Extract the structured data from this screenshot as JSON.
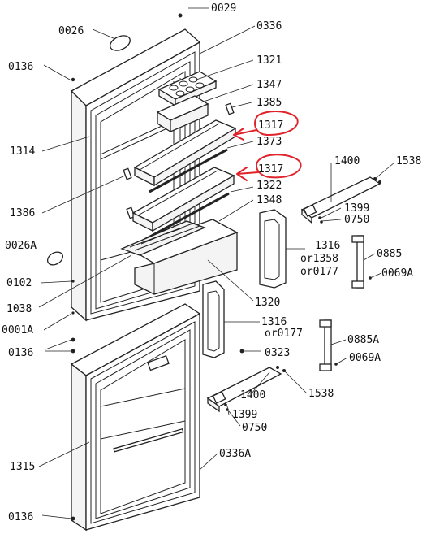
{
  "labels": {
    "p0029": "0029",
    "p0336": "0336",
    "p0026": "0026",
    "p1321": "1321",
    "p0136a": "0136",
    "p1347": "1347",
    "p1385": "1385",
    "p1317a": "1317",
    "p1314": "1314",
    "p1373": "1373",
    "p1317b": "1317",
    "p1400a": "1400",
    "p1538a": "1538",
    "p1322": "1322",
    "p1386": "1386",
    "p1348": "1348",
    "p1399a": "1399",
    "p0750a": "0750",
    "p0026A": "0026A",
    "p1316a": "1316",
    "p_or1358": "or1358",
    "p_or0177a": "or0177",
    "p0885": "0885",
    "p0069Aa": "0069A",
    "p0102": "0102",
    "p1038": "1038",
    "p1320": "1320",
    "p0001A": "0001A",
    "p1316b": "1316",
    "p_or0177b": "or0177",
    "p0885A": "0885A",
    "p0136b": "0136",
    "p0323": "0323",
    "p0069Ab": "0069A",
    "p1400b": "1400",
    "p1538b": "1538",
    "p1399b": "1399",
    "p0750b": "0750",
    "p1315": "1315",
    "p0336A": "0336A",
    "p0136c": "0136"
  },
  "colors": {
    "line": "#222222",
    "highlight": "#e0222a",
    "background": "#ffffff"
  }
}
